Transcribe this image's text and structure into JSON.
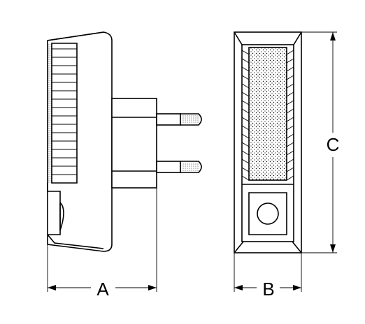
{
  "diagram": {
    "dimensions": {
      "a_label": "A",
      "b_label": "B",
      "c_label": "C"
    },
    "colors": {
      "line": "#000000",
      "background": "#ffffff"
    },
    "icons": [
      "arrowhead",
      "speckle-pattern",
      "grille-slats",
      "round-sensor"
    ]
  }
}
